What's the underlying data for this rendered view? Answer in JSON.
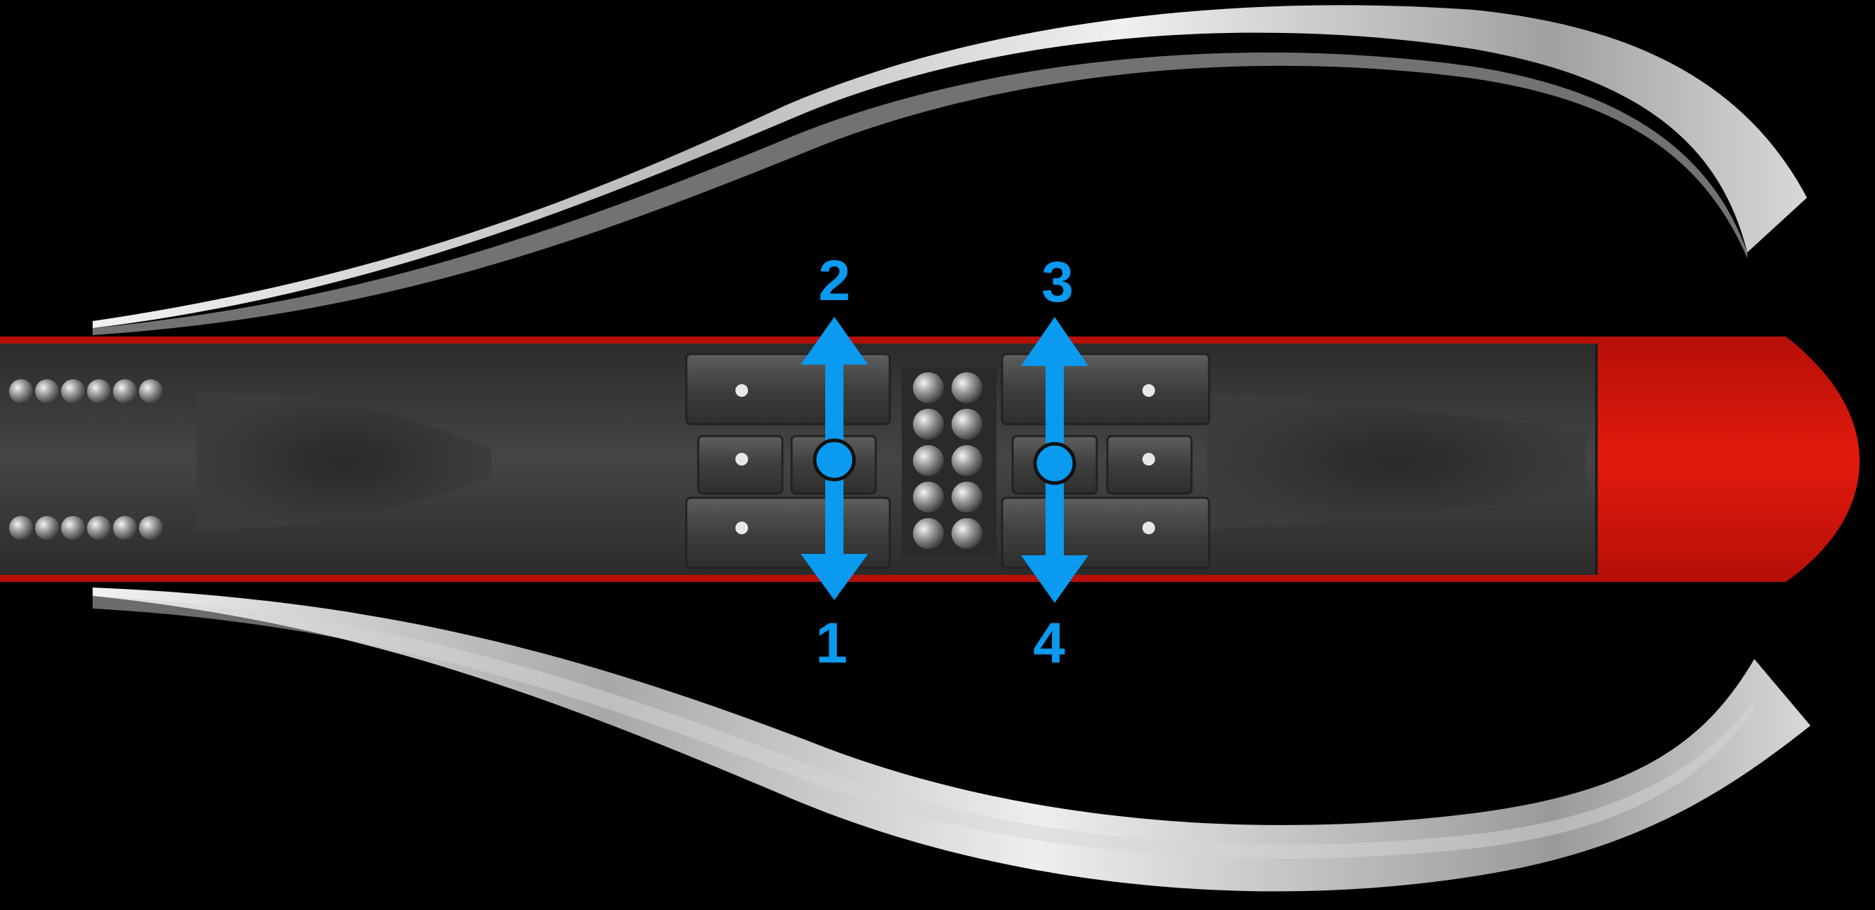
{
  "colors": {
    "background": "#000000",
    "strip_red": "#d4180c",
    "strip_body": "#3a3a3a",
    "metal_light": "#e4e4e4",
    "metal_dark": "#8a8a8a",
    "marker_blue": "#0a9af0"
  },
  "markers": [
    {
      "id": "1",
      "label": "1",
      "direction": "down"
    },
    {
      "id": "2",
      "label": "2",
      "direction": "up"
    },
    {
      "id": "3",
      "label": "3",
      "direction": "up"
    },
    {
      "id": "4",
      "label": "4",
      "direction": "down"
    }
  ],
  "icons": {
    "arrow": "double-headed-arrow-icon",
    "pivot": "pivot-dot-icon",
    "screw": "screw-dot-icon",
    "ball": "ball-icon"
  }
}
